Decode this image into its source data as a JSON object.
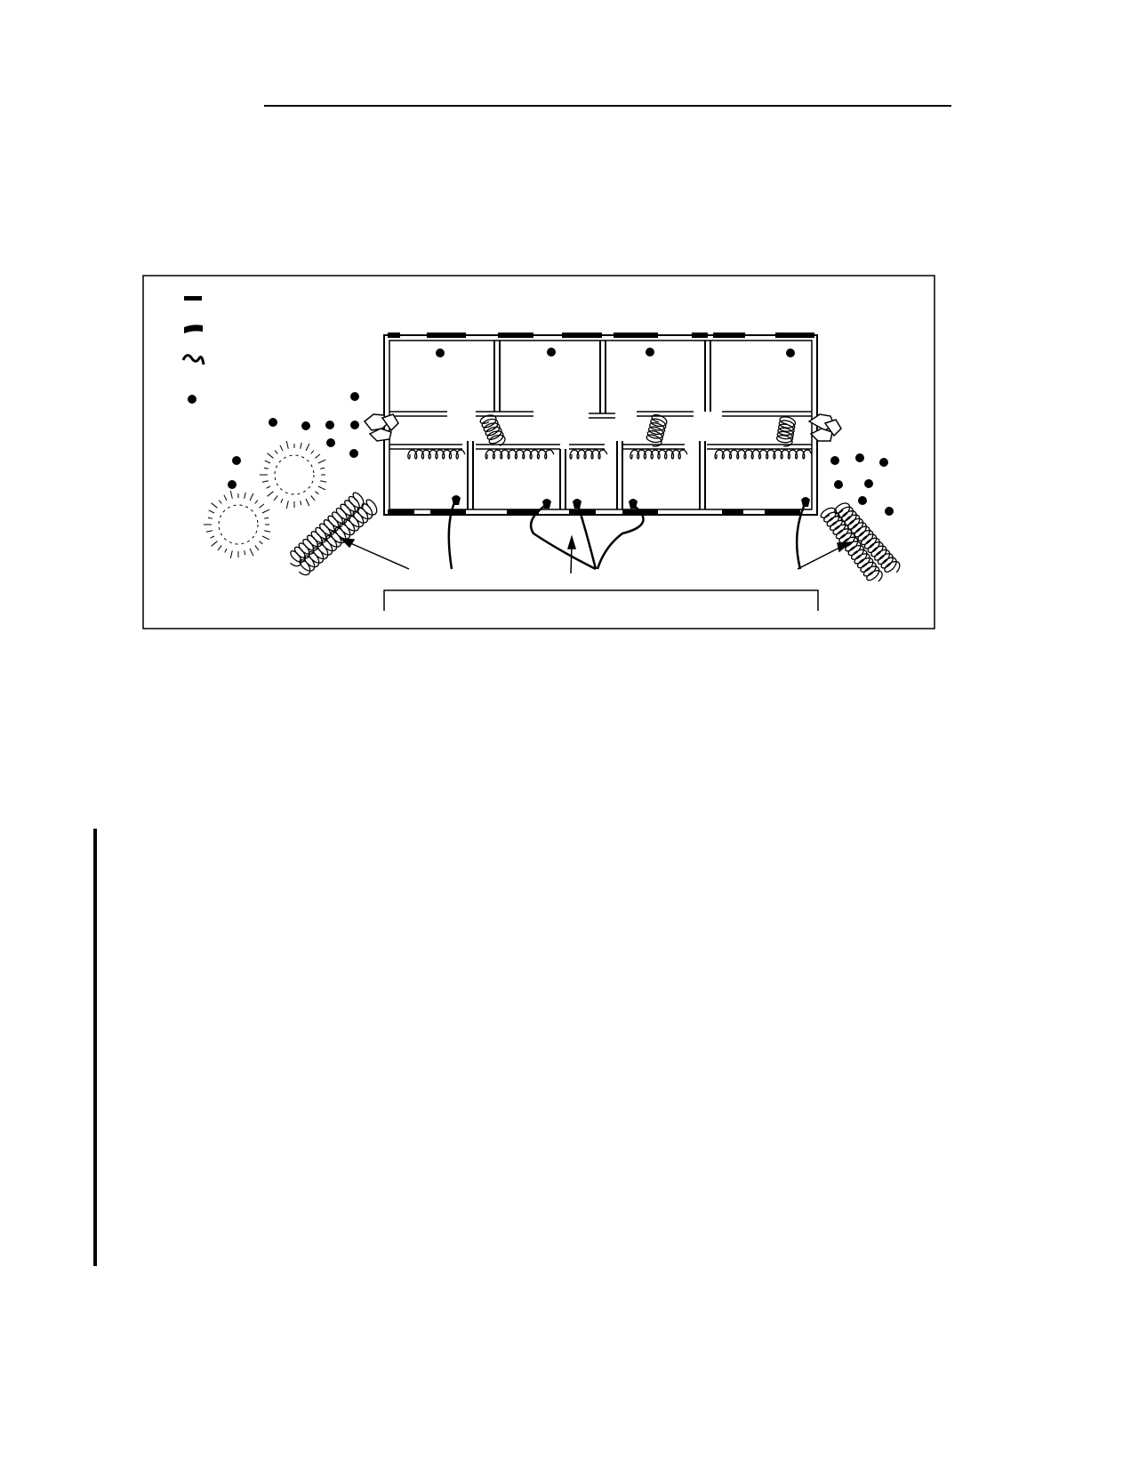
{
  "page": {
    "background": "#ffffff",
    "ink": "#000000"
  },
  "figure": {
    "legend_symbols": [
      "window-solid-bar-icon",
      "window-curved-bar-icon",
      "vine-squiggle-icon",
      "shrub-dot-icon"
    ],
    "top_row_rooms": 4,
    "bottom_row_rooms": 5,
    "elements": [
      "building-plan",
      "round-trees",
      "rock-clusters",
      "climbing-vines",
      "shrub-dots",
      "planting-bed",
      "callout-arrows"
    ]
  }
}
